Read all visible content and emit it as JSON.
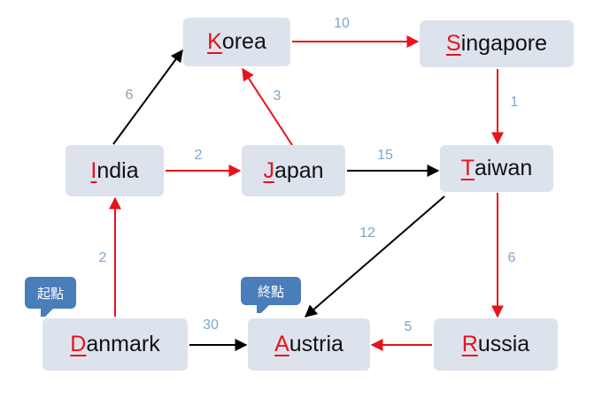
{
  "colors": {
    "node_fill": "#dde3ec",
    "initial_letter": "#e8121b",
    "path_edge": "#e8121b",
    "other_edge": "#000000",
    "weight_label": "#7fa5c9",
    "callout_fill": "#4a7ebb"
  },
  "nodes": [
    {
      "id": "korea",
      "initial": "K",
      "rest": "orea"
    },
    {
      "id": "singapore",
      "initial": "S",
      "rest": "ingapore"
    },
    {
      "id": "india",
      "initial": "I",
      "rest": "ndia"
    },
    {
      "id": "japan",
      "initial": "J",
      "rest": "apan"
    },
    {
      "id": "taiwan",
      "initial": "T",
      "rest": "aiwan"
    },
    {
      "id": "danmark",
      "initial": "D",
      "rest": "anmark"
    },
    {
      "id": "austria",
      "initial": "A",
      "rest": "ustria"
    },
    {
      "id": "russia",
      "initial": "R",
      "rest": "ussia"
    }
  ],
  "edges": [
    {
      "from": "india",
      "to": "korea",
      "weight": "6",
      "color": "black"
    },
    {
      "from": "korea",
      "to": "singapore",
      "weight": "10",
      "color": "red"
    },
    {
      "from": "japan",
      "to": "korea",
      "weight": "3",
      "color": "red"
    },
    {
      "from": "singapore",
      "to": "taiwan",
      "weight": "1",
      "color": "red"
    },
    {
      "from": "india",
      "to": "japan",
      "weight": "2",
      "color": "red"
    },
    {
      "from": "japan",
      "to": "taiwan",
      "weight": "15",
      "color": "black"
    },
    {
      "from": "taiwan",
      "to": "austria",
      "weight": "12",
      "color": "black"
    },
    {
      "from": "taiwan",
      "to": "russia",
      "weight": "6",
      "color": "red"
    },
    {
      "from": "danmark",
      "to": "india",
      "weight": "2",
      "color": "red"
    },
    {
      "from": "danmark",
      "to": "austria",
      "weight": "30",
      "color": "black"
    },
    {
      "from": "russia",
      "to": "austria",
      "weight": "5",
      "color": "red"
    }
  ],
  "callouts": {
    "start": "起點",
    "end": "終點"
  }
}
